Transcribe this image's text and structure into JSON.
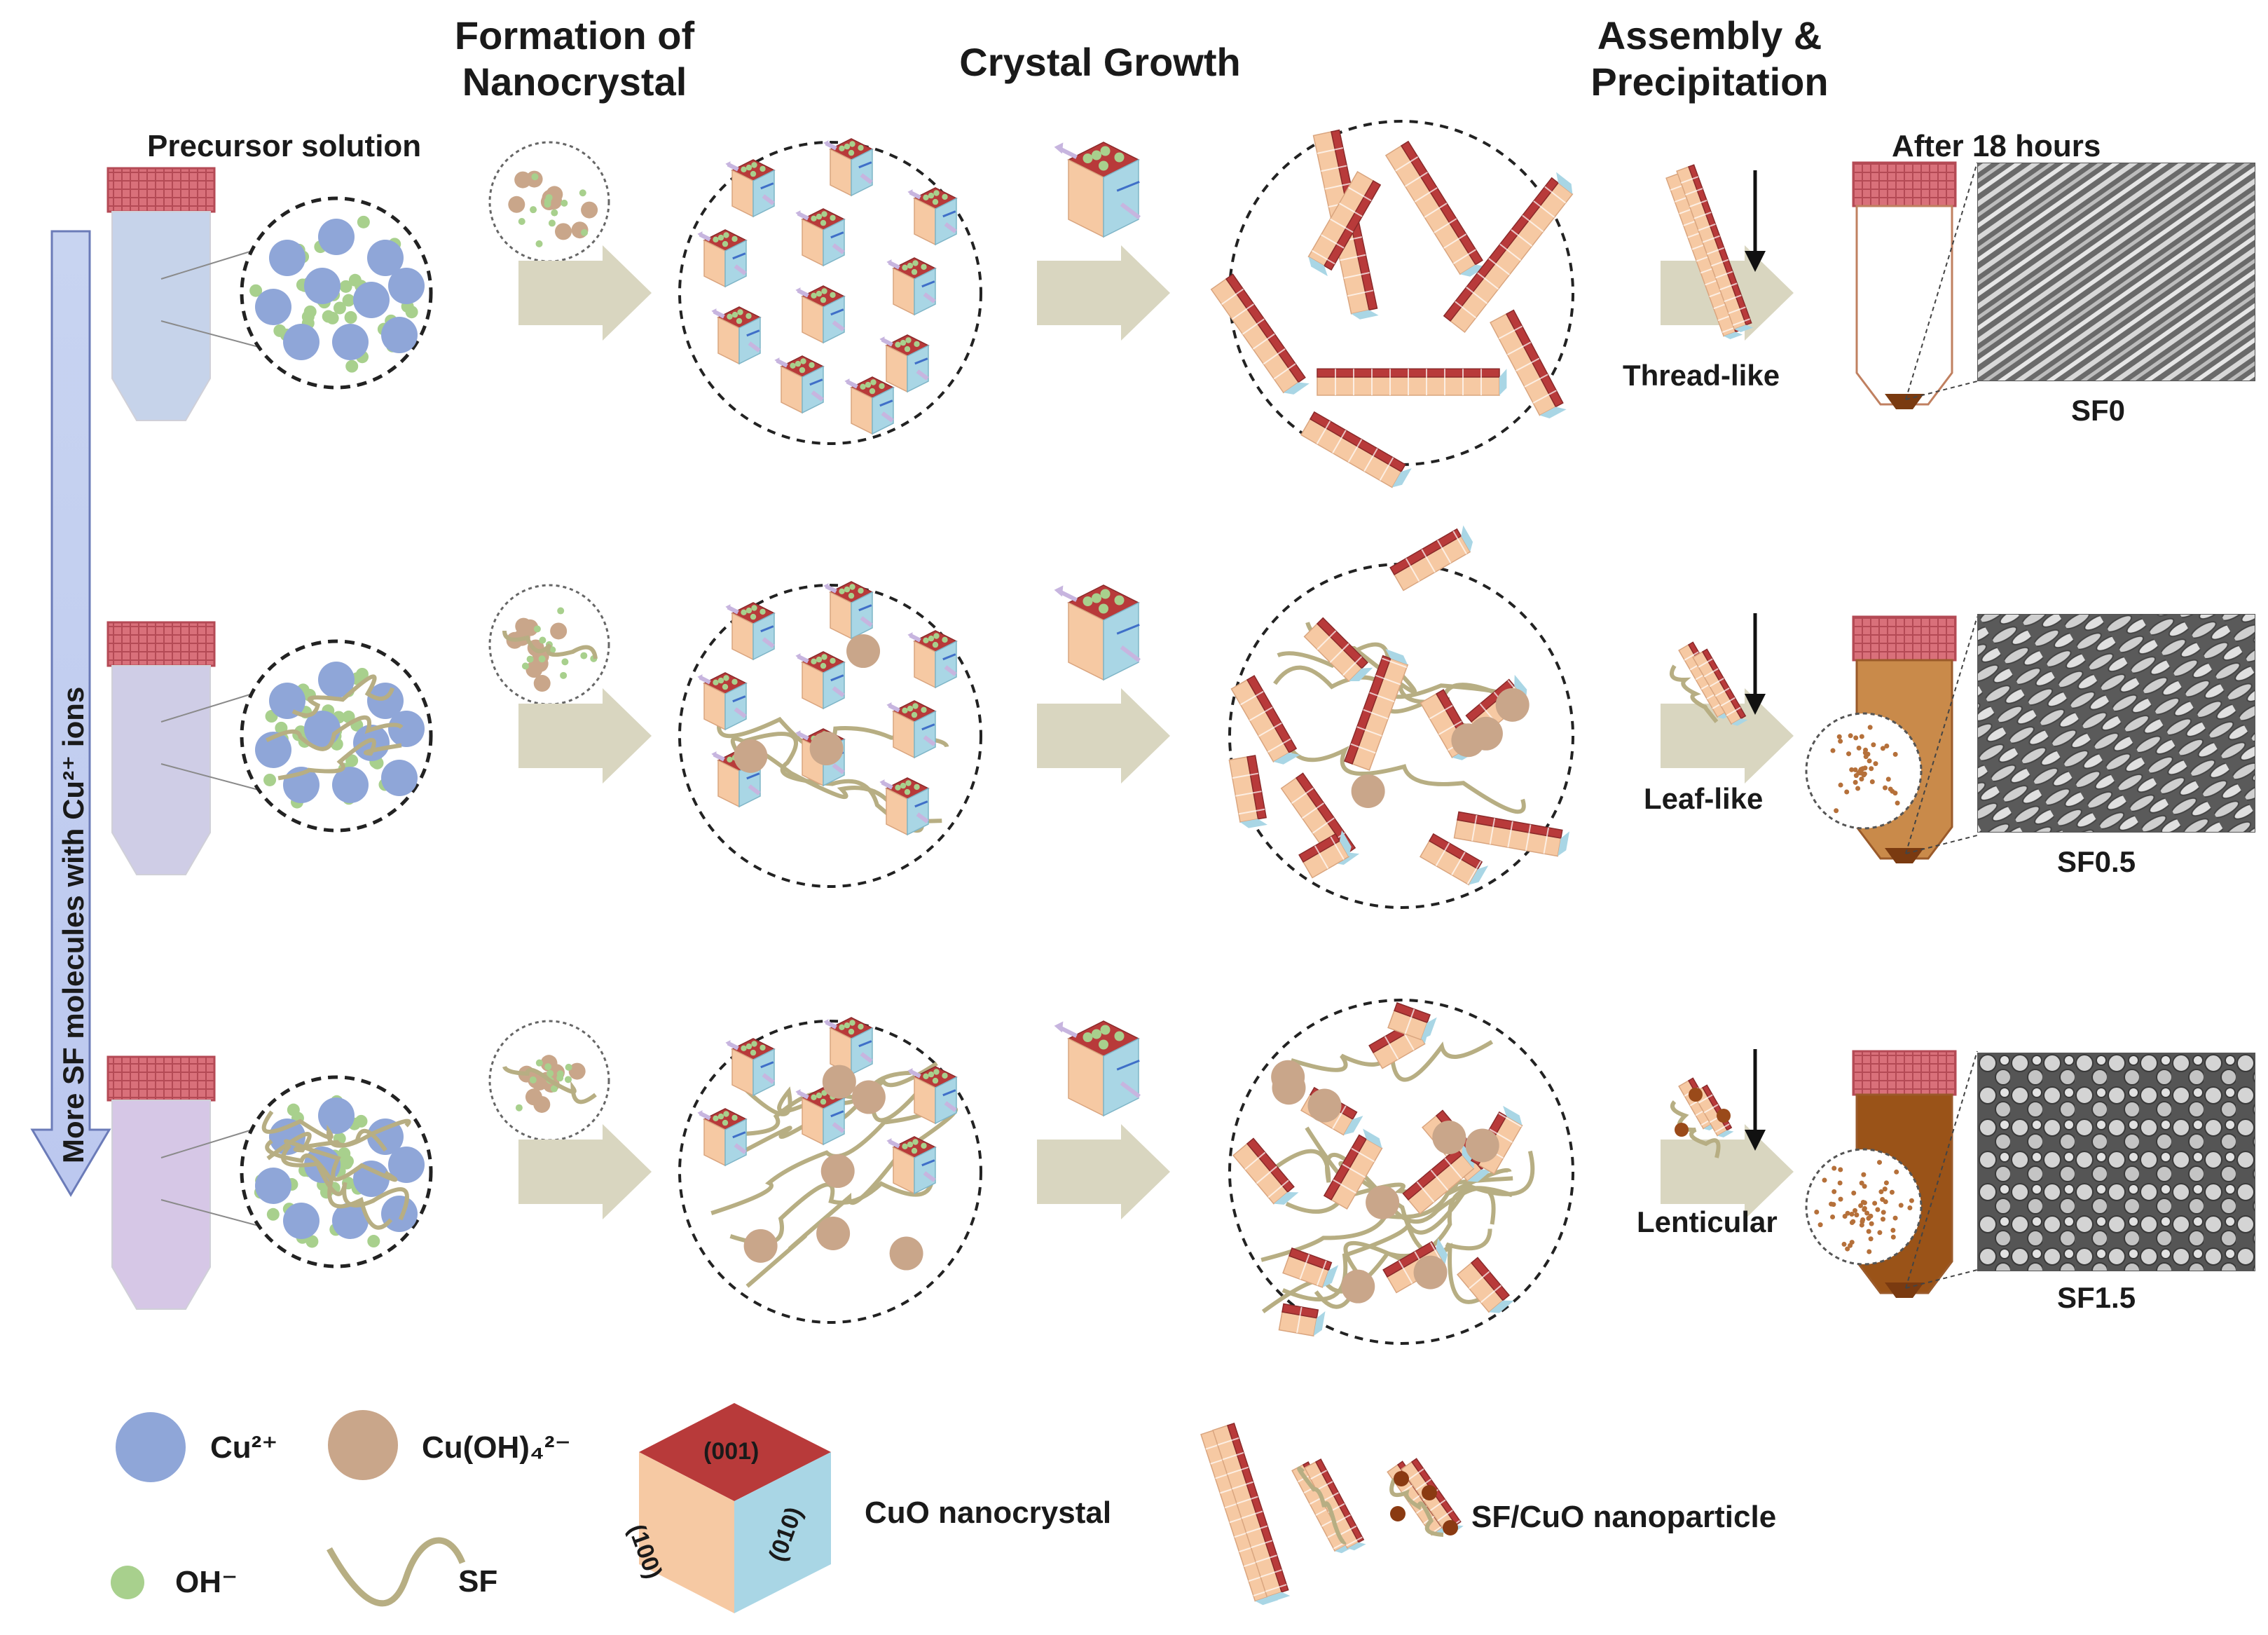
{
  "headers": {
    "formation": "Formation of\nNanocrystal",
    "growth": "Crystal Growth",
    "assembly": "Assembly &\nPrecipitation"
  },
  "labels": {
    "precursor": "Precursor solution",
    "after": "After 18 hours",
    "side_arrow": "More SF molecules with Cu²⁺ ions"
  },
  "rows": [
    {
      "morphology": "Thread-like",
      "sample": "SF0",
      "tube_color": "#c6d3ea",
      "tube_after_color": "#ffffff"
    },
    {
      "morphology": "Leaf-like",
      "sample": "SF0.5",
      "tube_color": "#cfcde6",
      "tube_after_color": "#c98a4a"
    },
    {
      "morphology": "Lenticular",
      "sample": "SF1.5",
      "tube_color": "#d6c7e6",
      "tube_after_color": "#9a5318"
    }
  ],
  "legend": {
    "cu": "Cu²⁺",
    "cuoh": "Cu(OH)₄²⁻",
    "oh": "OH⁻",
    "sf": "SF",
    "face_001": "(001)",
    "face_100": "(100)",
    "face_010": "(010)",
    "nanocrystal": "CuO nanocrystal",
    "nanoparticle": "SF/CuO nanoparticle"
  },
  "colors": {
    "cu": "#8fa6d8",
    "oh": "#a8d08d",
    "cuoh": "#c9a68a",
    "sf": "#b7ae83",
    "cube_top": "#b83a3a",
    "cube_left": "#f6c9a3",
    "cube_right": "#a9d6e5",
    "arrow": "#d9d6c0",
    "cap": "#d9707a"
  }
}
